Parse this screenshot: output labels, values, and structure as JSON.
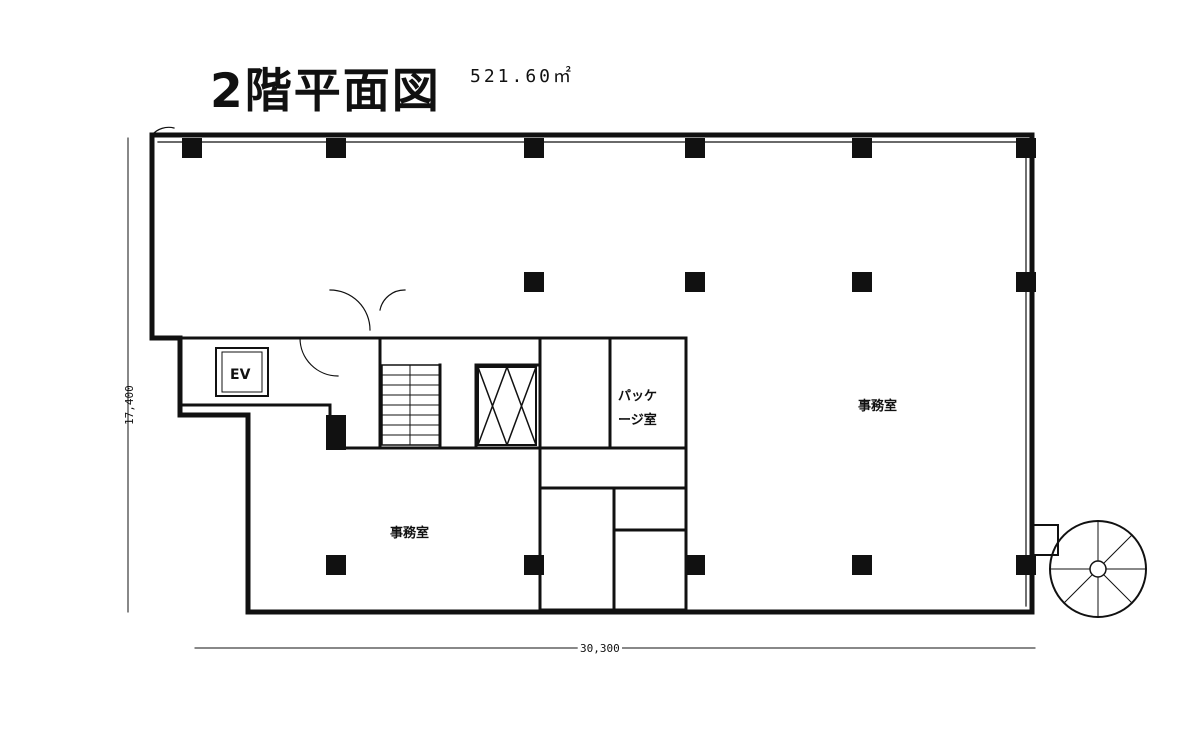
{
  "plan": {
    "title": "2階平面図",
    "area": "521.60㎡",
    "dim_width": "30,300",
    "dim_height": "17,400",
    "rooms": {
      "office_large": "事務室",
      "office_small": "事務室",
      "package_room_line1": "パッケ",
      "package_room_line2": "ージ室",
      "elevator": "EV"
    }
  }
}
